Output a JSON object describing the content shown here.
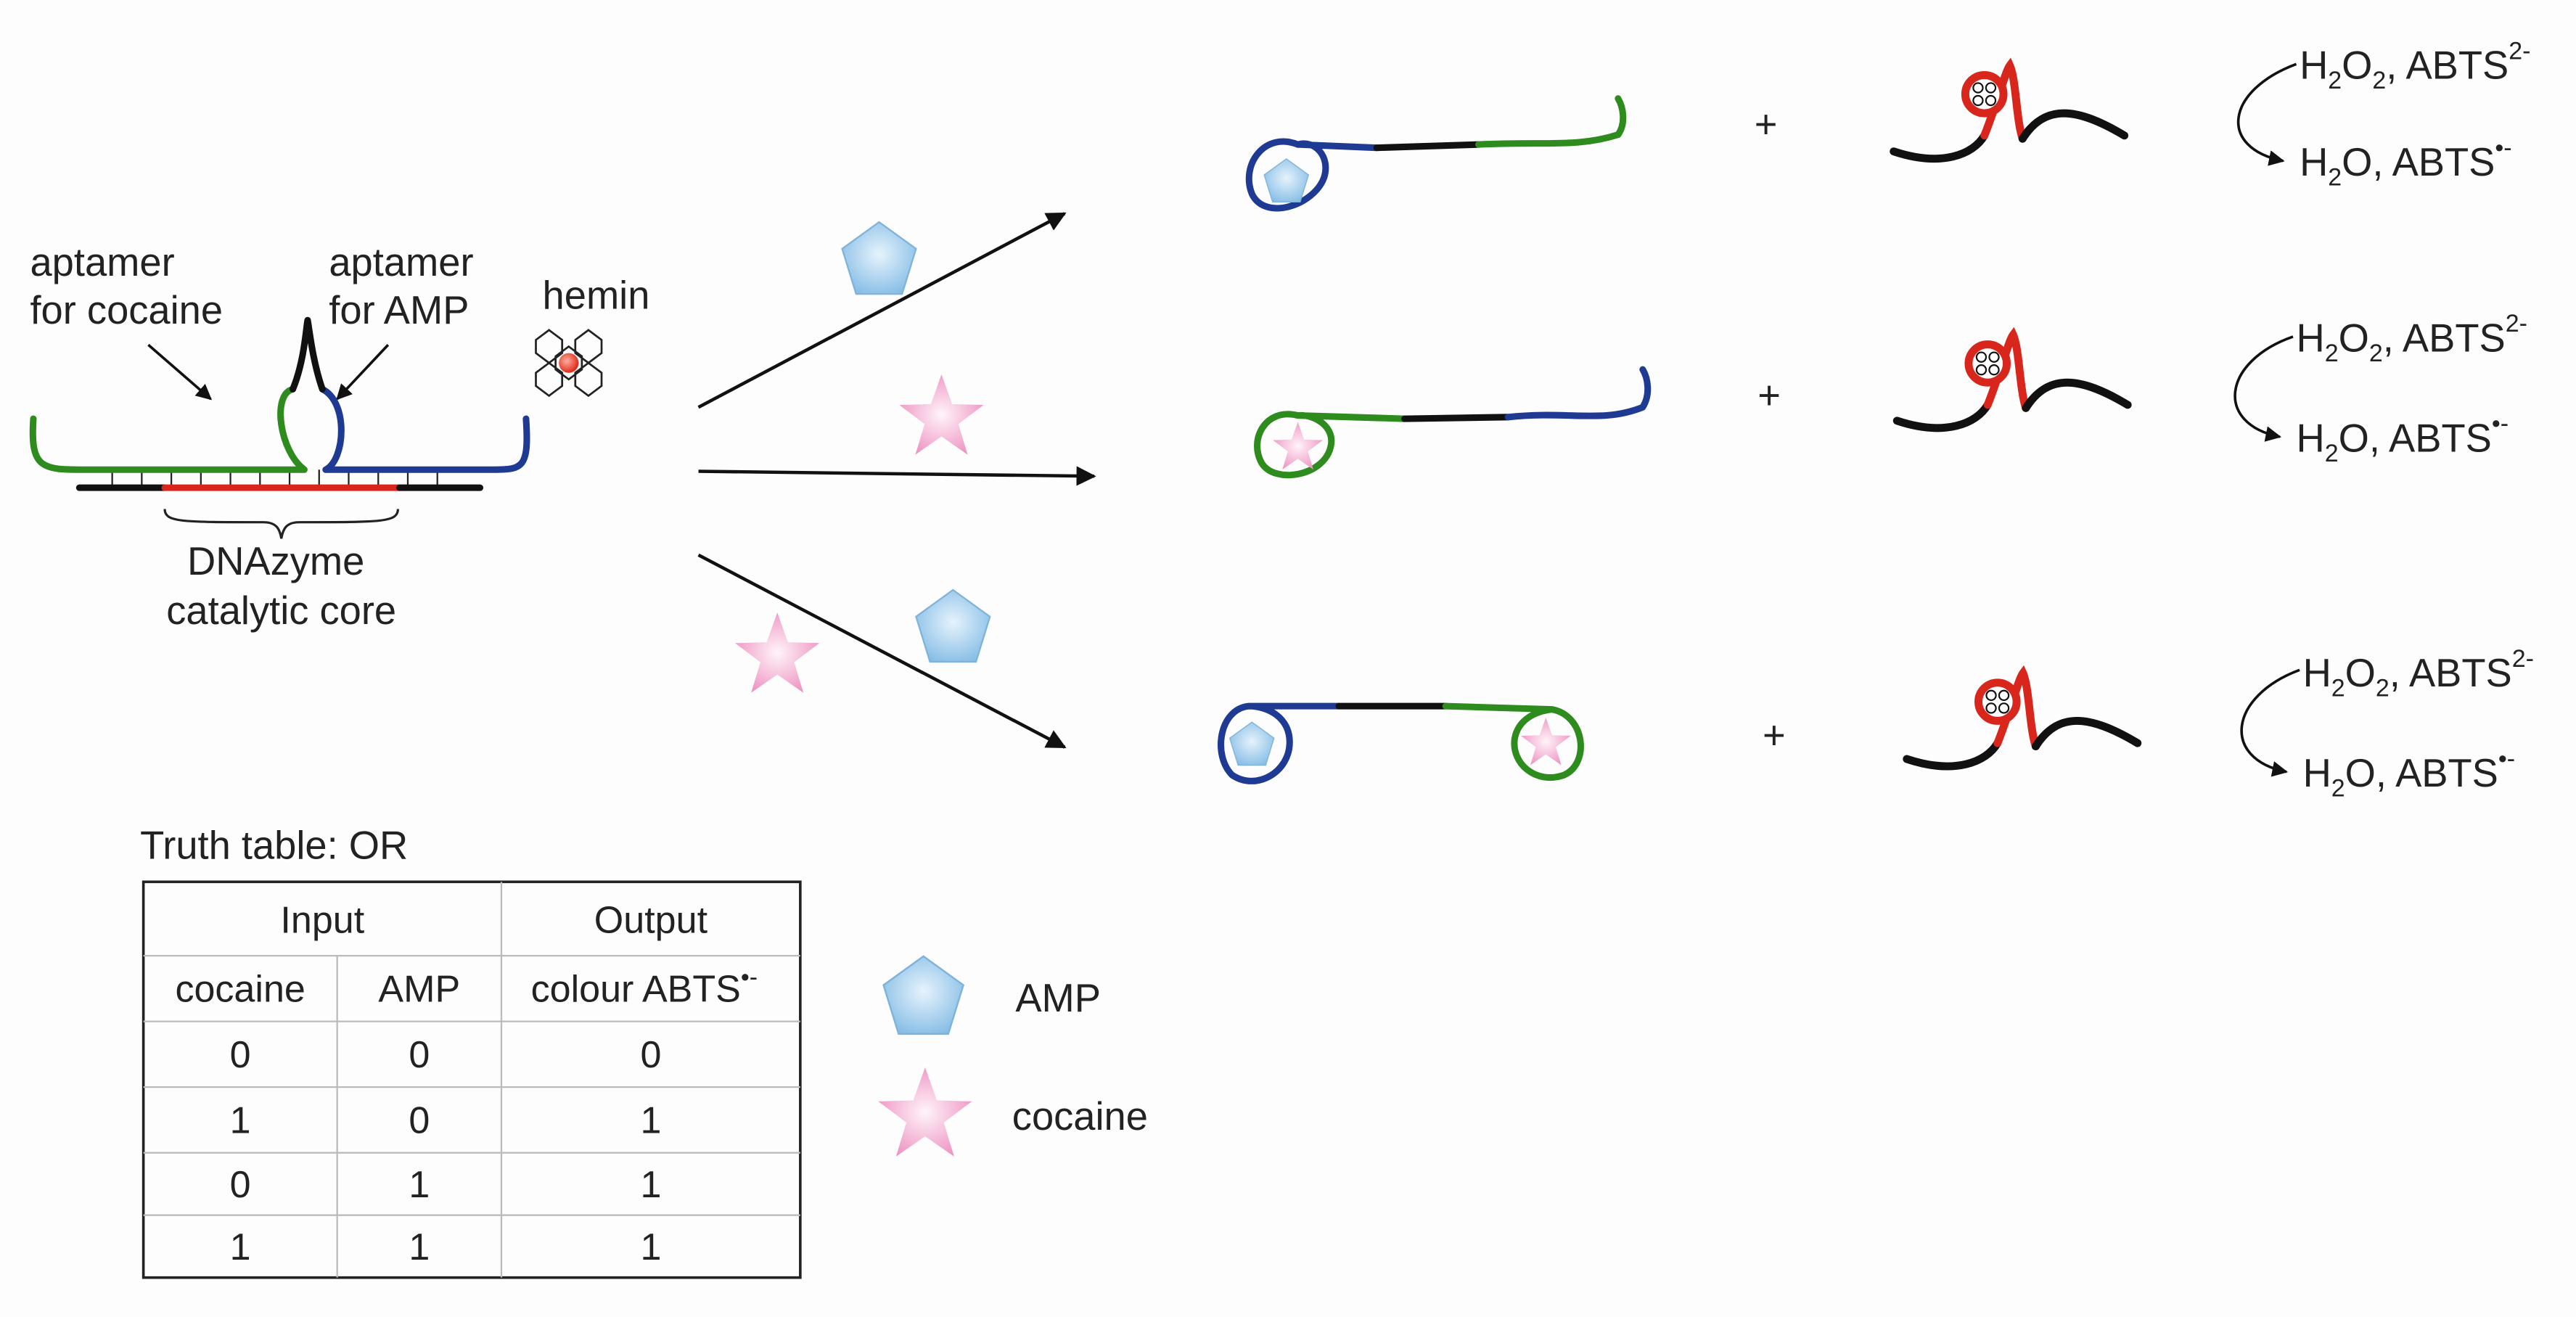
{
  "labels": {
    "aptamer_cocaine": [
      "aptamer",
      "for cocaine"
    ],
    "aptamer_amp": [
      "aptamer",
      "for AMP"
    ],
    "hemin": "hemin",
    "dnazyme": [
      "DNAzyme",
      "catalytic core"
    ],
    "plus": "+"
  },
  "reaction": {
    "reactant": {
      "h": "H",
      "s1": "2",
      "o": "O",
      "s2": "2",
      "rest": ", ABTS",
      "charge": "2-"
    },
    "product": {
      "h": "H",
      "s1": "2",
      "rest": "O, ABTS",
      "charge": "•-"
    }
  },
  "truth_table": {
    "title": "Truth table: OR",
    "group_headers": [
      "Input",
      "Output"
    ],
    "columns": [
      "cocaine",
      "AMP",
      "colour ABTS"
    ],
    "column_superscript": "•-",
    "rows": [
      [
        "0",
        "0",
        "0"
      ],
      [
        "1",
        "0",
        "1"
      ],
      [
        "0",
        "1",
        "1"
      ],
      [
        "1",
        "1",
        "1"
      ]
    ]
  },
  "legend": [
    {
      "symbol": "pentagon",
      "label": "AMP"
    },
    {
      "symbol": "star",
      "label": "cocaine"
    }
  ],
  "colors": {
    "cocaine_aptamer": "#2e8b1e",
    "amp_aptamer": "#1f3a93",
    "dnazyme_core": "#d9261c",
    "strand": "#111111",
    "amp": "#9cc9ea",
    "cocaine": "#f0a8cc"
  }
}
